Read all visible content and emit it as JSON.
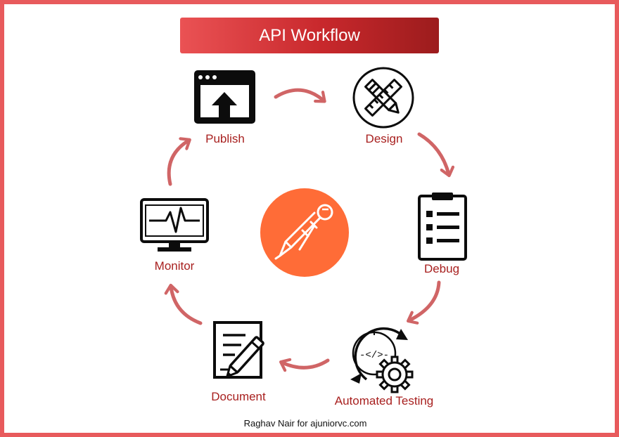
{
  "title": "API Workflow",
  "stages": {
    "publish": {
      "label": "Publish",
      "icon": "publish-upload-icon"
    },
    "design": {
      "label": "Design",
      "icon": "design-pencil-ruler-icon"
    },
    "debug": {
      "label": "Debug",
      "icon": "clipboard-checklist-icon"
    },
    "automated_testing": {
      "label": "Automated Testing",
      "icon": "code-gear-cycle-icon"
    },
    "document": {
      "label": "Document",
      "icon": "document-pen-icon"
    },
    "monitor": {
      "label": "Monitor",
      "icon": "monitor-pulse-icon"
    }
  },
  "center_logo": "postman-logo",
  "credit": "Raghav Nair for ajuniorvc.com",
  "colors": {
    "frame": "#e85a5c",
    "arrow": "#d06566",
    "label": "#a8201f",
    "banner_start": "#ea5254",
    "banner_end": "#9c1c1d",
    "logo": "#ff6c37"
  }
}
